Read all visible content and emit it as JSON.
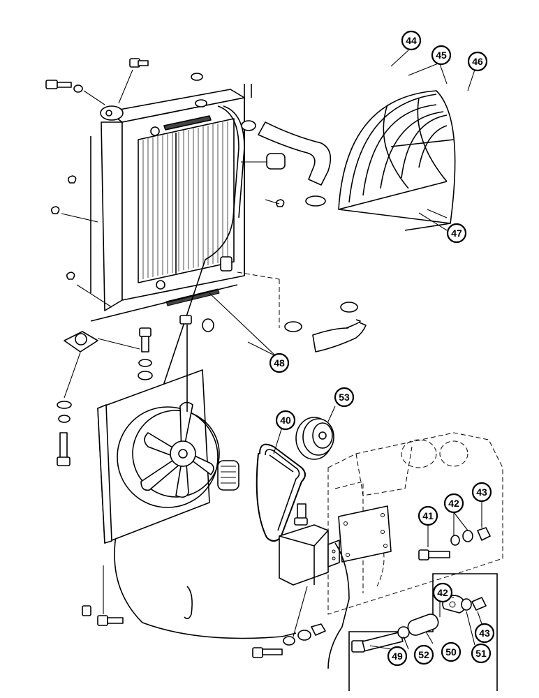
{
  "callouts": [
    {
      "id": "c44",
      "label": "44"
    },
    {
      "id": "c45",
      "label": "45"
    },
    {
      "id": "c46",
      "label": "46"
    },
    {
      "id": "c47",
      "label": "47"
    },
    {
      "id": "c48",
      "label": "48"
    },
    {
      "id": "c53",
      "label": "53"
    },
    {
      "id": "c40",
      "label": "40"
    },
    {
      "id": "c41",
      "label": "41"
    },
    {
      "id": "c42a",
      "label": "42"
    },
    {
      "id": "c43a",
      "label": "43"
    },
    {
      "id": "c42b",
      "label": "42"
    },
    {
      "id": "c43b",
      "label": "43"
    },
    {
      "id": "c49",
      "label": "49"
    },
    {
      "id": "c52",
      "label": "52"
    },
    {
      "id": "c50",
      "label": "50"
    },
    {
      "id": "c51",
      "label": "51"
    }
  ]
}
